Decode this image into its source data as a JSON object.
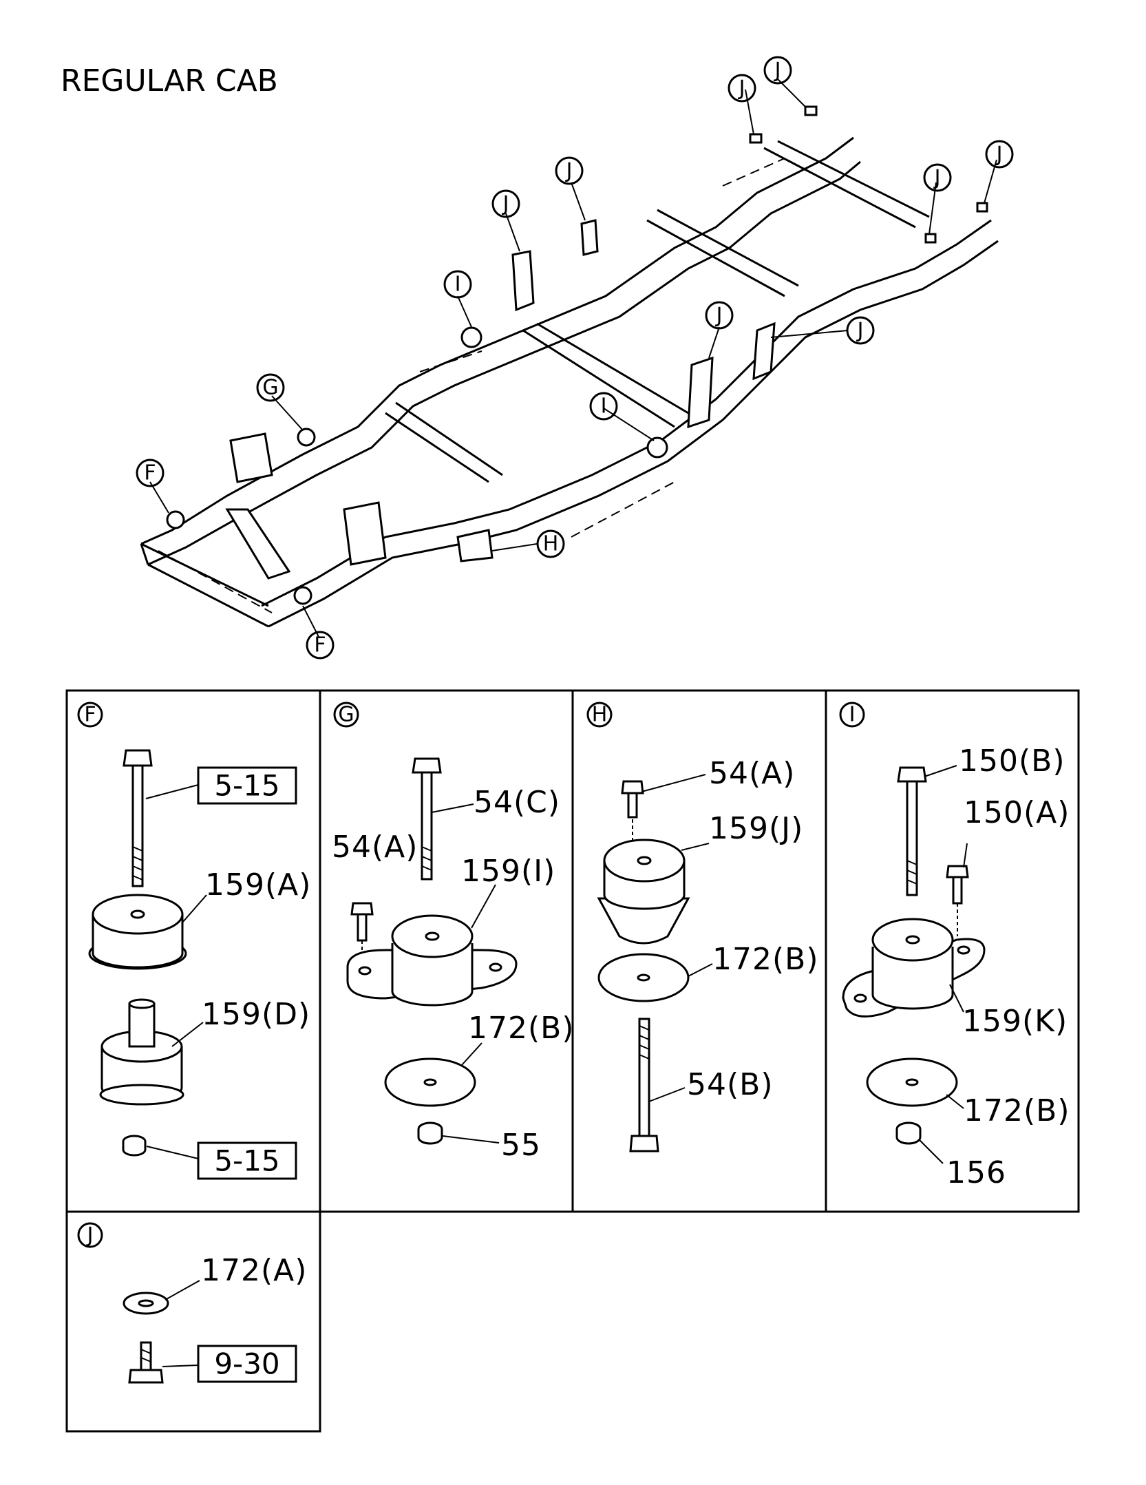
{
  "title": "REGULAR CAB",
  "frame_callouts": {
    "j1": "J",
    "j2": "J",
    "j3": "J",
    "j4": "J",
    "j5": "J",
    "j6": "J",
    "j7": "J",
    "j8": "J",
    "i1": "I",
    "i2": "I",
    "g": "G",
    "f1": "F",
    "f2": "F",
    "h": "H"
  },
  "panels": {
    "F": {
      "letter": "F",
      "ref_top": "5-15",
      "p1": "159(A)",
      "p2": "159(D)",
      "ref_bottom": "5-15"
    },
    "G": {
      "letter": "G",
      "p_bolt_long": "54(C)",
      "p_bolt_short": "54(A)",
      "p_mount": "159(I)",
      "p_washer": "172(B)",
      "p_nut": "55"
    },
    "H": {
      "letter": "H",
      "p_bolt": "54(A)",
      "p_mount": "159(J)",
      "p_washer": "172(B)",
      "p_bolt_long": "54(B)"
    },
    "I": {
      "letter": "I",
      "p_bolt_long": "150(B)",
      "p_bolt_short": "150(A)",
      "p_mount": "159(K)",
      "p_washer": "172(B)",
      "p_nut": "156"
    },
    "J": {
      "letter": "J",
      "p_washer": "172(A)",
      "ref": "9-30"
    }
  }
}
